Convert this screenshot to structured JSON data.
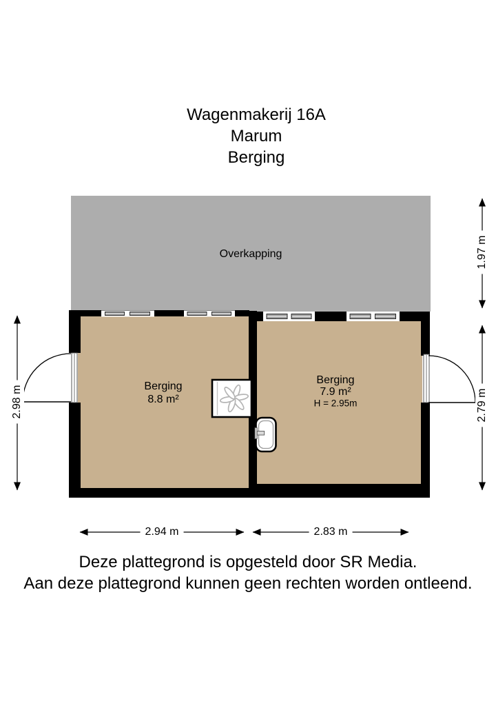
{
  "title": {
    "line1": "Wagenmakerij 16A",
    "line2": "Marum",
    "line3": "Berging"
  },
  "plan": {
    "overkapping_label": "Overkapping",
    "rooms": [
      {
        "name": "Berging",
        "area": "8.8 m²"
      },
      {
        "name": "Berging",
        "area": "7.9 m²",
        "ceiling_height": "H = 2.95m"
      }
    ],
    "fixtures": {
      "fan": "extractor-fan-icon",
      "sink": "sink-icon",
      "doors": "swing-door-icon",
      "windows": "window-icon"
    },
    "dimensions": {
      "canopy_depth": "1.97 m",
      "left_room_depth": "2.98 m",
      "right_room_depth": "2.79 m",
      "left_room_width": "2.94 m",
      "right_room_width": "2.83 m"
    },
    "colors": {
      "floor": "#C8B190",
      "canopy": "#ADADAD",
      "wall": "#000000",
      "window_glass": "#9A9A9A"
    }
  },
  "footer": {
    "line1": "Deze plattegrond is opgesteld door SR Media.",
    "line2": "Aan deze plattegrond kunnen geen rechten worden ontleend."
  }
}
